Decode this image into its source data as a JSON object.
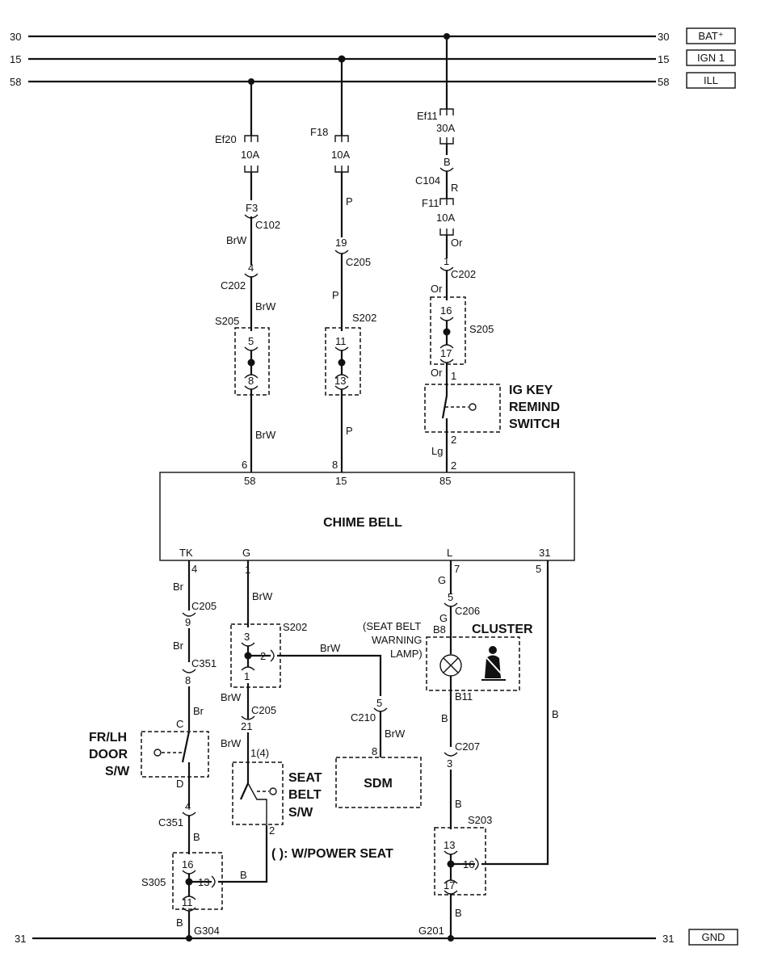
{
  "bus": {
    "line30": "30",
    "line15": "15",
    "line58": "58",
    "line31": "31",
    "bat": "BAT⁺",
    "ign": "IGN 1",
    "ill": "ILL",
    "gnd": "GND"
  },
  "fuses": {
    "ef20": "Ef20",
    "ef20_amp": "10A",
    "f18": "F18",
    "f18_amp": "10A",
    "ef11": "Ef11",
    "ef11_amp": "30A",
    "f11": "F11",
    "f11_amp": "10A"
  },
  "left_branch": {
    "f3": "F3",
    "c102": "C102",
    "brw1": "BrW",
    "pin4": "4",
    "c202": "C202",
    "brw2": "BrW",
    "s205": "S205",
    "pin5": "5",
    "pin8": "8",
    "brw3": "BrW",
    "pin6": "6"
  },
  "mid_branch": {
    "p1": "P",
    "pin19": "19",
    "c205": "C205",
    "p2": "P",
    "s202": "S202",
    "pin11": "11",
    "pin13": "13",
    "p3": "P",
    "pin8": "8"
  },
  "right_branch": {
    "b": "B",
    "c104": "C104",
    "r": "R",
    "or1": "Or",
    "pin1": "1",
    "c202": "C202",
    "or2": "Or",
    "pin16": "16",
    "s205": "S205",
    "pin17": "17",
    "or3": "Or",
    "sw_pin1": "1",
    "sw_pin2": "2",
    "lg": "Lg",
    "pin2": "2",
    "ig_key_1": "IG KEY",
    "ig_key_2": "REMIND",
    "ig_key_3": "SWITCH"
  },
  "chime": {
    "title": "CHIME BELL",
    "t58": "58",
    "t15": "15",
    "t85": "85",
    "tk": "TK",
    "g": "G",
    "l": "L",
    "t31": "31"
  },
  "bottom_left": {
    "pin4": "4",
    "br1": "Br",
    "c205": "C205",
    "pin9": "9",
    "br2": "Br",
    "c351": "C351",
    "pin8": "8",
    "br3": "Br",
    "c": "C",
    "door_1": "FR/LH",
    "door_2": "DOOR",
    "door_3": "S/W",
    "d": "D",
    "pin4b": "4",
    "c351b": "C351",
    "b1": "B",
    "pin16": "16",
    "s305": "S305",
    "pin13": "13",
    "b2": "B",
    "pin11": "11",
    "b3": "B",
    "g304": "G304"
  },
  "bottom_mid": {
    "pin1": "1",
    "brw1": "BrW",
    "pin3": "3",
    "s202": "S202",
    "pin2": "2",
    "brw2": "BrW",
    "pin1b": "1",
    "brw3": "BrW",
    "c205": "C205",
    "pin21": "21",
    "brw4": "BrW",
    "pin1_4": "1(4)",
    "seat_1": "SEAT",
    "seat_2": "BELT",
    "seat_3": "S/W",
    "pin2b": "2",
    "pin5": "5",
    "c210": "C210",
    "brw5": "BrW",
    "pin8": "8",
    "sdm": "SDM",
    "power_seat": "(      ): W/POWER SEAT"
  },
  "bottom_right": {
    "pin7": "7",
    "g1": "G",
    "pin5": "5",
    "c206": "C206",
    "g2": "G",
    "b8": "B8",
    "lamp_1": "(SEAT BELT",
    "lamp_2": "WARNING",
    "lamp_3": "LAMP)",
    "cluster": "CLUSTER",
    "b11": "B11",
    "b1": "B",
    "c207": "C207",
    "pin3": "3",
    "b2": "B",
    "s203": "S203",
    "pin13": "13",
    "pin16": "16",
    "pin17": "17",
    "b3": "B",
    "g201": "G201",
    "pin5r": "5",
    "b4": "B"
  },
  "colors": {
    "ink": "#111111",
    "background": "#ffffff"
  }
}
